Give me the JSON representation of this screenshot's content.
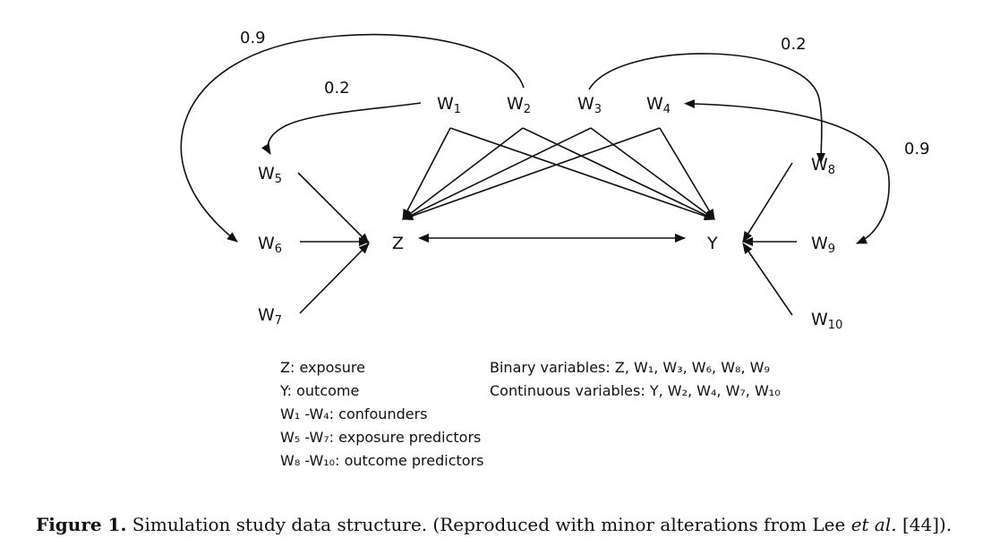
{
  "diagram": {
    "nodes": {
      "w1": {
        "base": "W",
        "sub": "1"
      },
      "w2": {
        "base": "W",
        "sub": "2"
      },
      "w3": {
        "base": "W",
        "sub": "3"
      },
      "w4": {
        "base": "W",
        "sub": "4"
      },
      "w5": {
        "base": "W",
        "sub": "5"
      },
      "w6": {
        "base": "W",
        "sub": "6"
      },
      "w7": {
        "base": "W",
        "sub": "7"
      },
      "w8": {
        "base": "W",
        "sub": "8"
      },
      "w9": {
        "base": "W",
        "sub": "9"
      },
      "w10": {
        "base": "W",
        "sub": "10"
      },
      "z": {
        "base": "Z"
      },
      "y": {
        "base": "Y"
      }
    },
    "weights": {
      "w2_w6": "0.9",
      "w1_w5": "0.2",
      "w3_w8": "0.2",
      "w4_w9": "0.9"
    }
  },
  "legend": {
    "left": [
      "Z: exposure",
      "Y: outcome",
      "W₁ -W₄: confounders",
      "W₅ -W₇: exposure predictors",
      "W₈ -W₁₀: outcome predictors"
    ],
    "right": [
      "Binary variables: Z, W₁, W₃, W₆, W₈, W₉",
      "Continuous variables: Y, W₂, W₄, W₇, W₁₀"
    ]
  },
  "caption": {
    "label": "Figure 1.",
    "text_before": " Simulation study data structure. (Reproduced with minor alterations from Lee ",
    "italic": "et al.",
    "text_after": " [44])."
  }
}
